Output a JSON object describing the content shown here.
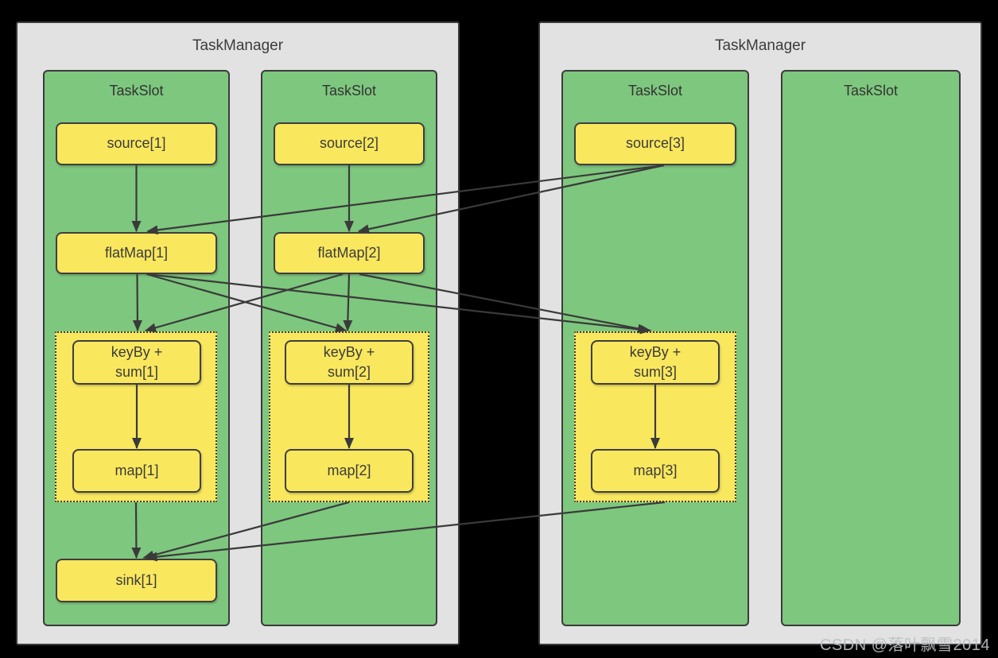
{
  "colors": {
    "background": "#000000",
    "manager_fill": "#e2e2e2",
    "slot_fill": "#7ec77e",
    "node_fill": "#f9e75e",
    "border": "#3b3b3b",
    "arrow": "#3a3a3a"
  },
  "task_managers": [
    {
      "label": "TaskManager"
    },
    {
      "label": "TaskManager"
    }
  ],
  "task_slots": [
    {
      "label": "TaskSlot"
    },
    {
      "label": "TaskSlot"
    },
    {
      "label": "TaskSlot"
    },
    {
      "label": "TaskSlot"
    }
  ],
  "nodes": {
    "source1": {
      "label": "source[1]"
    },
    "source2": {
      "label": "source[2]"
    },
    "source3": {
      "label": "source[3]"
    },
    "flatmap1": {
      "label": "flatMap[1]"
    },
    "flatmap2": {
      "label": "flatMap[2]"
    },
    "keyby1": {
      "lines": [
        "keyBy +",
        "sum[1]"
      ]
    },
    "keyby2": {
      "lines": [
        "keyBy +",
        "sum[2]"
      ]
    },
    "keyby3": {
      "lines": [
        "keyBy +",
        "sum[3]"
      ]
    },
    "map1": {
      "label": "map[1]"
    },
    "map2": {
      "label": "map[2]"
    },
    "map3": {
      "label": "map[3]"
    },
    "sink1": {
      "label": "sink[1]"
    }
  },
  "edges": [
    {
      "from": "source1",
      "to": "flatmap1"
    },
    {
      "from": "source2",
      "to": "flatmap2"
    },
    {
      "from": "source3",
      "to": "flatmap1"
    },
    {
      "from": "source3",
      "to": "flatmap2"
    },
    {
      "from": "flatmap1",
      "to": "group1"
    },
    {
      "from": "flatmap1",
      "to": "group2"
    },
    {
      "from": "flatmap1",
      "to": "group3"
    },
    {
      "from": "flatmap2",
      "to": "group1"
    },
    {
      "from": "flatmap2",
      "to": "group2"
    },
    {
      "from": "flatmap2",
      "to": "group3"
    },
    {
      "from": "keyby1",
      "to": "map1"
    },
    {
      "from": "keyby2",
      "to": "map2"
    },
    {
      "from": "keyby3",
      "to": "map3"
    },
    {
      "from": "group1",
      "to": "sink1"
    },
    {
      "from": "group2",
      "to": "sink1"
    },
    {
      "from": "group3",
      "to": "sink1"
    }
  ],
  "watermark": "CSDN @落叶飘雪2014"
}
